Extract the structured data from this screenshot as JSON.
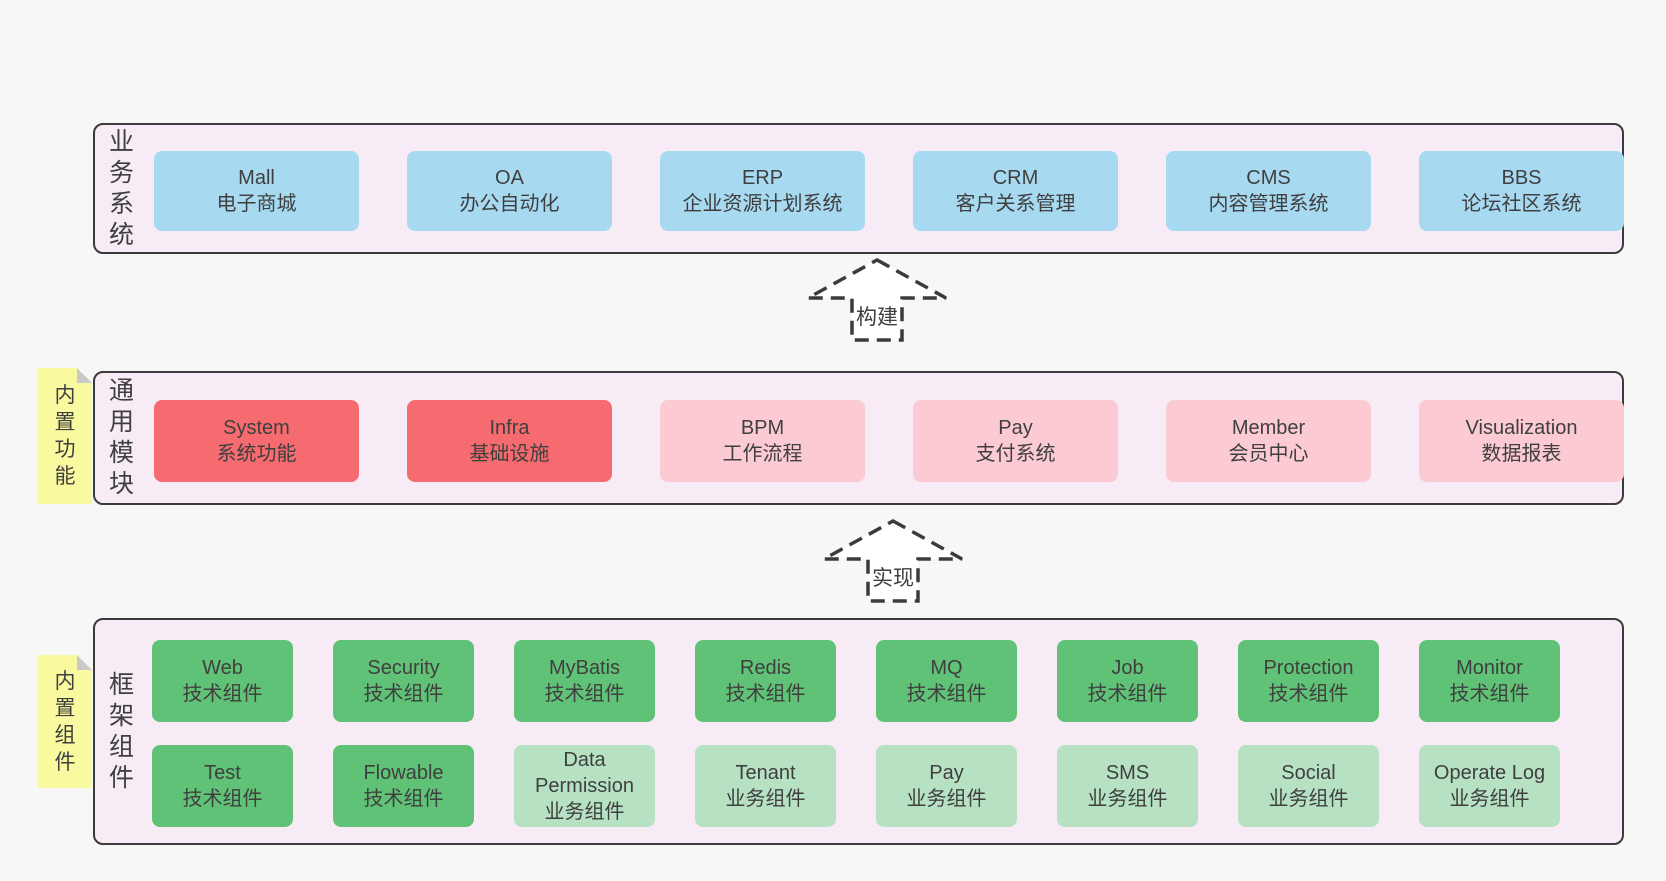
{
  "diagram": {
    "title": "module-architecture-diagram",
    "colors": {
      "page_bg": "#f7f7f7",
      "band_bg": "#f7ecf5",
      "border": "#3b3b3b",
      "text": "#3f3f3f",
      "box_blue": "#a7d9f1",
      "box_red": "#f56b6f",
      "box_pink": "#fbcad3",
      "box_green": "#60c276",
      "box_green_light": "#b6e2c3",
      "sticky_yellow": "#f9f9a0",
      "sticky_fold": "#c9c9c9",
      "arrow_fill": "#ffffff"
    },
    "arrows": [
      {
        "label": "构建"
      },
      {
        "label": "实现"
      }
    ],
    "bands": [
      {
        "label": "业务系统",
        "boxes": [
          {
            "en": "Mall",
            "zh": "电子商城"
          },
          {
            "en": "OA",
            "zh": "办公自动化"
          },
          {
            "en": "ERP",
            "zh": "企业资源计划系统"
          },
          {
            "en": "CRM",
            "zh": "客户关系管理"
          },
          {
            "en": "CMS",
            "zh": "内容管理系统"
          },
          {
            "en": "BBS",
            "zh": "论坛社区系统"
          }
        ]
      },
      {
        "label": "通用模块",
        "sticky": "内置功能",
        "boxes": [
          {
            "en": "System",
            "zh": "系统功能"
          },
          {
            "en": "Infra",
            "zh": "基础设施"
          },
          {
            "en": "BPM",
            "zh": "工作流程"
          },
          {
            "en": "Pay",
            "zh": "支付系统"
          },
          {
            "en": "Member",
            "zh": "会员中心"
          },
          {
            "en": "Visualization",
            "zh": "数据报表"
          }
        ]
      },
      {
        "label": "框架组件",
        "sticky": "内置组件",
        "rows": [
          [
            {
              "en": "Web",
              "zh": "技术组件"
            },
            {
              "en": "Security",
              "zh": "技术组件"
            },
            {
              "en": "MyBatis",
              "zh": "技术组件"
            },
            {
              "en": "Redis",
              "zh": "技术组件"
            },
            {
              "en": "MQ",
              "zh": "技术组件"
            },
            {
              "en": "Job",
              "zh": "技术组件"
            },
            {
              "en": "Protection",
              "zh": "技术组件"
            },
            {
              "en": "Monitor",
              "zh": "技术组件"
            }
          ],
          [
            {
              "en": "Test",
              "zh": "技术组件"
            },
            {
              "en": "Flowable",
              "zh": "技术组件"
            },
            {
              "en": "Data Permission",
              "zh": "业务组件"
            },
            {
              "en": "Tenant",
              "zh": "业务组件"
            },
            {
              "en": "Pay",
              "zh": "业务组件"
            },
            {
              "en": "SMS",
              "zh": "业务组件"
            },
            {
              "en": "Social",
              "zh": "业务组件"
            },
            {
              "en": "Operate Log",
              "zh": "业务组件"
            }
          ]
        ]
      }
    ]
  }
}
